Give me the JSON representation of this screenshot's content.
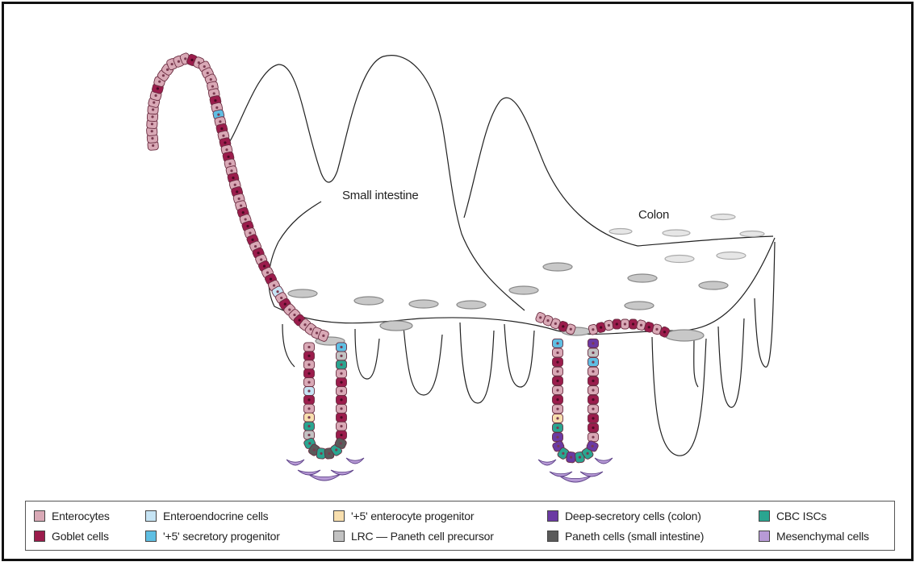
{
  "labels": {
    "small_intestine": "Small intestine",
    "colon": "Colon"
  },
  "legend": {
    "items": [
      {
        "label": "Enterocytes",
        "color": "#d9a9b6"
      },
      {
        "label": "Goblet cells",
        "color": "#9b1c4c"
      },
      {
        "label": "Enteroendocrine cells",
        "color": "#c6e4f4"
      },
      {
        "label": "'+5' secretory progenitor",
        "color": "#5fbfe3"
      },
      {
        "label": "'+5' enterocyte progenitor",
        "color": "#f8dfae"
      },
      {
        "label": "LRC — Paneth cell precursor",
        "color": "#c2c2c2"
      },
      {
        "label": "Deep-secretory cells (colon)",
        "color": "#6b3aa3"
      },
      {
        "label": "Paneth cells (small intestine)",
        "color": "#5a5a5a"
      },
      {
        "label": "CBC ISCs",
        "color": "#2aa590"
      },
      {
        "label": "Mesenchymal cells",
        "color": "#b79ad6"
      }
    ]
  },
  "icons": {
    "cell_outline": "#6a2c40",
    "tissue_outline": "#222222",
    "crypt_opening": "#9a9a9a"
  }
}
